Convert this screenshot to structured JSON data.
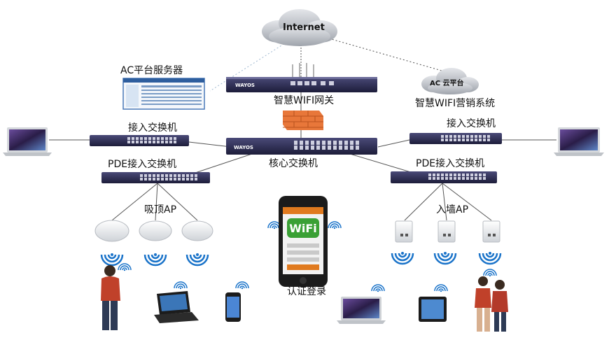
{
  "internet": {
    "label": "Internet"
  },
  "gateway": {
    "label": "智慧WIFI网关",
    "brand": "WAYOS"
  },
  "ac_server": {
    "label": "AC平台服务器"
  },
  "cloud_platform": {
    "label": "AC 云平台"
  },
  "marketing": {
    "label": "智慧WIFI营销系统"
  },
  "core_switch": {
    "label": "核心交换机",
    "brand": "WAYOS"
  },
  "access_switch_left": {
    "label": "接入交换机"
  },
  "access_switch_right": {
    "label": "接入交换机"
  },
  "pde_switch_left": {
    "label": "PDE接入交换机"
  },
  "pde_switch_right": {
    "label": "PDE接入交换机"
  },
  "ceiling_ap": {
    "label": "吸顶AP"
  },
  "wall_ap": {
    "label": "入墙AP"
  },
  "phone": {
    "label": "认证登录",
    "wifi_text": "WiFi"
  },
  "colors": {
    "device": "#2a2a4e",
    "wifi": "#1a73c9",
    "firewall": "#e8773a",
    "cloud": "#b8bcc4"
  }
}
